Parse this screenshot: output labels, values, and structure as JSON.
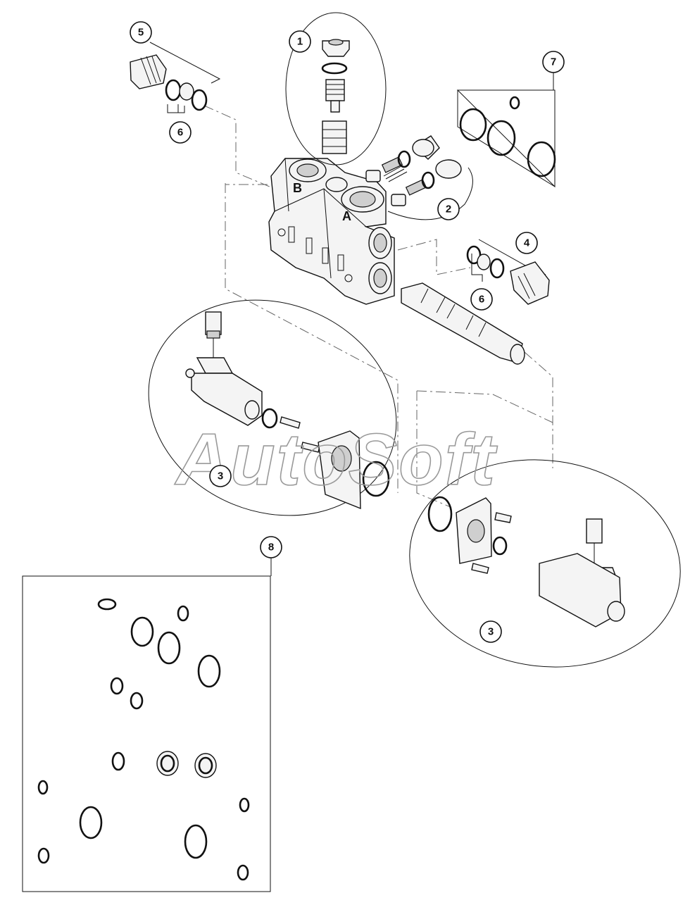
{
  "watermark": "AutoSoft",
  "ports": {
    "port_b": "B",
    "port_a": "A"
  },
  "callouts": [
    {
      "id": "callout-1",
      "label": "1"
    },
    {
      "id": "callout-2",
      "label": "2"
    },
    {
      "id": "callout-3-left",
      "label": "3"
    },
    {
      "id": "callout-3-right",
      "label": "3"
    },
    {
      "id": "callout-4",
      "label": "4"
    },
    {
      "id": "callout-5",
      "label": "5"
    },
    {
      "id": "callout-6-left",
      "label": "6"
    },
    {
      "id": "callout-6-right",
      "label": "6"
    },
    {
      "id": "callout-7",
      "label": "7"
    },
    {
      "id": "callout-8",
      "label": "8"
    }
  ]
}
